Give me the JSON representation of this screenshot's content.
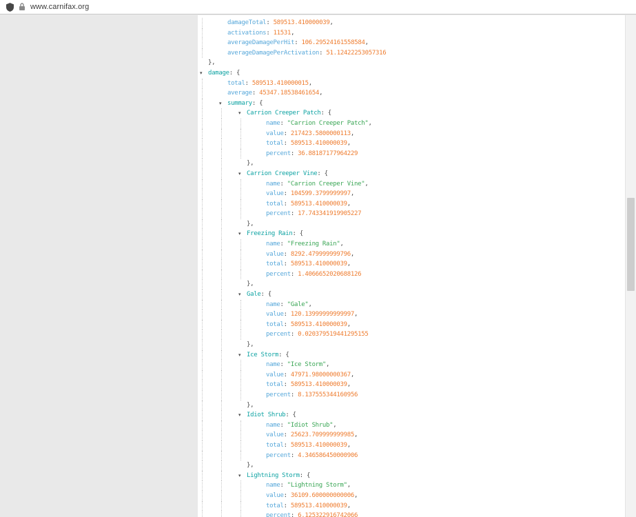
{
  "browser": {
    "url": "www.carnifax.org",
    "icons": {
      "security": "shield-icon",
      "tls": "lock-icon",
      "collapse_toggle": "triangle-down-icon"
    }
  },
  "colors": {
    "leaf_key": "#58a8da",
    "object_key": "#0fa3a3",
    "number": "#ee7c2f",
    "string": "#3aa655",
    "punctuation": "#4a4a4a",
    "guide": "#c6c6c6",
    "page_background": "#e9e9e9",
    "panel_background": "#ffffff"
  },
  "json_view": {
    "triangle_glyph": "▾",
    "lines": [
      {
        "l": 1,
        "x": 0,
        "t": [
          [
            "key",
            "damageTotal"
          ],
          [
            "p",
            ": "
          ],
          [
            "n",
            "589513.410000039"
          ],
          [
            "p",
            ","
          ]
        ]
      },
      {
        "l": 1,
        "x": 0,
        "t": [
          [
            "key",
            "activations"
          ],
          [
            "p",
            ": "
          ],
          [
            "n",
            "11531"
          ],
          [
            "p",
            ","
          ]
        ]
      },
      {
        "l": 1,
        "x": 0,
        "t": [
          [
            "key",
            "averageDamagePerHit"
          ],
          [
            "p",
            ": "
          ],
          [
            "n",
            "106.29524161558584"
          ],
          [
            "p",
            ","
          ]
        ]
      },
      {
        "l": 1,
        "x": 0,
        "t": [
          [
            "key",
            "averageDamagePerActivation"
          ],
          [
            "p",
            ": "
          ],
          [
            "n",
            "51.12422253057316"
          ]
        ]
      },
      {
        "l": 0,
        "x": 0,
        "t": [
          [
            "p",
            "},"
          ]
        ]
      },
      {
        "l": 0,
        "x": 1,
        "t": [
          [
            "okey",
            "damage"
          ],
          [
            "p",
            ": {"
          ]
        ]
      },
      {
        "l": 1,
        "x": 0,
        "t": [
          [
            "key",
            "total"
          ],
          [
            "p",
            ": "
          ],
          [
            "n",
            "589513.410000015"
          ],
          [
            "p",
            ","
          ]
        ]
      },
      {
        "l": 1,
        "x": 0,
        "t": [
          [
            "key",
            "average"
          ],
          [
            "p",
            ": "
          ],
          [
            "n",
            "45347.18538461654"
          ],
          [
            "p",
            ","
          ]
        ]
      },
      {
        "l": 1,
        "x": 1,
        "t": [
          [
            "okey",
            "summary"
          ],
          [
            "p",
            ": {"
          ]
        ]
      },
      {
        "l": 2,
        "x": 1,
        "t": [
          [
            "okey",
            "Carrion Creeper Patch"
          ],
          [
            "p",
            ": {"
          ]
        ]
      },
      {
        "l": 3,
        "x": 0,
        "t": [
          [
            "key",
            "name"
          ],
          [
            "p",
            ": "
          ],
          [
            "s",
            "\"Carrion Creeper Patch\""
          ],
          [
            "p",
            ","
          ]
        ]
      },
      {
        "l": 3,
        "x": 0,
        "t": [
          [
            "key",
            "value"
          ],
          [
            "p",
            ": "
          ],
          [
            "n",
            "217423.5800000113"
          ],
          [
            "p",
            ","
          ]
        ]
      },
      {
        "l": 3,
        "x": 0,
        "t": [
          [
            "key",
            "total"
          ],
          [
            "p",
            ": "
          ],
          [
            "n",
            "589513.410000039"
          ],
          [
            "p",
            ","
          ]
        ]
      },
      {
        "l": 3,
        "x": 0,
        "t": [
          [
            "key",
            "percent"
          ],
          [
            "p",
            ": "
          ],
          [
            "n",
            "36.88187177964229"
          ]
        ]
      },
      {
        "l": 2,
        "x": 0,
        "t": [
          [
            "p",
            "},"
          ]
        ]
      },
      {
        "l": 2,
        "x": 1,
        "t": [
          [
            "okey",
            "Carrion Creeper Vine"
          ],
          [
            "p",
            ": {"
          ]
        ]
      },
      {
        "l": 3,
        "x": 0,
        "t": [
          [
            "key",
            "name"
          ],
          [
            "p",
            ": "
          ],
          [
            "s",
            "\"Carrion Creeper Vine\""
          ],
          [
            "p",
            ","
          ]
        ]
      },
      {
        "l": 3,
        "x": 0,
        "t": [
          [
            "key",
            "value"
          ],
          [
            "p",
            ": "
          ],
          [
            "n",
            "104599.3799999997"
          ],
          [
            "p",
            ","
          ]
        ]
      },
      {
        "l": 3,
        "x": 0,
        "t": [
          [
            "key",
            "total"
          ],
          [
            "p",
            ": "
          ],
          [
            "n",
            "589513.410000039"
          ],
          [
            "p",
            ","
          ]
        ]
      },
      {
        "l": 3,
        "x": 0,
        "t": [
          [
            "key",
            "percent"
          ],
          [
            "p",
            ": "
          ],
          [
            "n",
            "17.743341919905227"
          ]
        ]
      },
      {
        "l": 2,
        "x": 0,
        "t": [
          [
            "p",
            "},"
          ]
        ]
      },
      {
        "l": 2,
        "x": 1,
        "t": [
          [
            "okey",
            "Freezing Rain"
          ],
          [
            "p",
            ": {"
          ]
        ]
      },
      {
        "l": 3,
        "x": 0,
        "t": [
          [
            "key",
            "name"
          ],
          [
            "p",
            ": "
          ],
          [
            "s",
            "\"Freezing Rain\""
          ],
          [
            "p",
            ","
          ]
        ]
      },
      {
        "l": 3,
        "x": 0,
        "t": [
          [
            "key",
            "value"
          ],
          [
            "p",
            ": "
          ],
          [
            "n",
            "8292.479999999796"
          ],
          [
            "p",
            ","
          ]
        ]
      },
      {
        "l": 3,
        "x": 0,
        "t": [
          [
            "key",
            "total"
          ],
          [
            "p",
            ": "
          ],
          [
            "n",
            "589513.410000039"
          ],
          [
            "p",
            ","
          ]
        ]
      },
      {
        "l": 3,
        "x": 0,
        "t": [
          [
            "key",
            "percent"
          ],
          [
            "p",
            ": "
          ],
          [
            "n",
            "1.4066652020688126"
          ]
        ]
      },
      {
        "l": 2,
        "x": 0,
        "t": [
          [
            "p",
            "},"
          ]
        ]
      },
      {
        "l": 2,
        "x": 1,
        "t": [
          [
            "okey",
            "Gale"
          ],
          [
            "p",
            ": {"
          ]
        ]
      },
      {
        "l": 3,
        "x": 0,
        "t": [
          [
            "key",
            "name"
          ],
          [
            "p",
            ": "
          ],
          [
            "s",
            "\"Gale\""
          ],
          [
            "p",
            ","
          ]
        ]
      },
      {
        "l": 3,
        "x": 0,
        "t": [
          [
            "key",
            "value"
          ],
          [
            "p",
            ": "
          ],
          [
            "n",
            "120.13999999999997"
          ],
          [
            "p",
            ","
          ]
        ]
      },
      {
        "l": 3,
        "x": 0,
        "t": [
          [
            "key",
            "total"
          ],
          [
            "p",
            ": "
          ],
          [
            "n",
            "589513.410000039"
          ],
          [
            "p",
            ","
          ]
        ]
      },
      {
        "l": 3,
        "x": 0,
        "t": [
          [
            "key",
            "percent"
          ],
          [
            "p",
            ": "
          ],
          [
            "n",
            "0.020379519441295155"
          ]
        ]
      },
      {
        "l": 2,
        "x": 0,
        "t": [
          [
            "p",
            "},"
          ]
        ]
      },
      {
        "l": 2,
        "x": 1,
        "t": [
          [
            "okey",
            "Ice Storm"
          ],
          [
            "p",
            ": {"
          ]
        ]
      },
      {
        "l": 3,
        "x": 0,
        "t": [
          [
            "key",
            "name"
          ],
          [
            "p",
            ": "
          ],
          [
            "s",
            "\"Ice Storm\""
          ],
          [
            "p",
            ","
          ]
        ]
      },
      {
        "l": 3,
        "x": 0,
        "t": [
          [
            "key",
            "value"
          ],
          [
            "p",
            ": "
          ],
          [
            "n",
            "47971.98000000367"
          ],
          [
            "p",
            ","
          ]
        ]
      },
      {
        "l": 3,
        "x": 0,
        "t": [
          [
            "key",
            "total"
          ],
          [
            "p",
            ": "
          ],
          [
            "n",
            "589513.410000039"
          ],
          [
            "p",
            ","
          ]
        ]
      },
      {
        "l": 3,
        "x": 0,
        "t": [
          [
            "key",
            "percent"
          ],
          [
            "p",
            ": "
          ],
          [
            "n",
            "8.137555344160956"
          ]
        ]
      },
      {
        "l": 2,
        "x": 0,
        "t": [
          [
            "p",
            "},"
          ]
        ]
      },
      {
        "l": 2,
        "x": 1,
        "t": [
          [
            "okey",
            "Idiot Shrub"
          ],
          [
            "p",
            ": {"
          ]
        ]
      },
      {
        "l": 3,
        "x": 0,
        "t": [
          [
            "key",
            "name"
          ],
          [
            "p",
            ": "
          ],
          [
            "s",
            "\"Idiot Shrub\""
          ],
          [
            "p",
            ","
          ]
        ]
      },
      {
        "l": 3,
        "x": 0,
        "t": [
          [
            "key",
            "value"
          ],
          [
            "p",
            ": "
          ],
          [
            "n",
            "25623.709999999985"
          ],
          [
            "p",
            ","
          ]
        ]
      },
      {
        "l": 3,
        "x": 0,
        "t": [
          [
            "key",
            "total"
          ],
          [
            "p",
            ": "
          ],
          [
            "n",
            "589513.410000039"
          ],
          [
            "p",
            ","
          ]
        ]
      },
      {
        "l": 3,
        "x": 0,
        "t": [
          [
            "key",
            "percent"
          ],
          [
            "p",
            ": "
          ],
          [
            "n",
            "4.346586450000906"
          ]
        ]
      },
      {
        "l": 2,
        "x": 0,
        "t": [
          [
            "p",
            "},"
          ]
        ]
      },
      {
        "l": 2,
        "x": 1,
        "t": [
          [
            "okey",
            "Lightning Storm"
          ],
          [
            "p",
            ": {"
          ]
        ]
      },
      {
        "l": 3,
        "x": 0,
        "t": [
          [
            "key",
            "name"
          ],
          [
            "p",
            ": "
          ],
          [
            "s",
            "\"Lightning Storm\""
          ],
          [
            "p",
            ","
          ]
        ]
      },
      {
        "l": 3,
        "x": 0,
        "t": [
          [
            "key",
            "value"
          ],
          [
            "p",
            ": "
          ],
          [
            "n",
            "36109.600000000006"
          ],
          [
            "p",
            ","
          ]
        ]
      },
      {
        "l": 3,
        "x": 0,
        "t": [
          [
            "key",
            "total"
          ],
          [
            "p",
            ": "
          ],
          [
            "n",
            "589513.410000039"
          ],
          [
            "p",
            ","
          ]
        ]
      },
      {
        "l": 3,
        "x": 0,
        "t": [
          [
            "key",
            "percent"
          ],
          [
            "p",
            ": "
          ],
          [
            "n",
            "6.125322916742066"
          ]
        ]
      }
    ]
  }
}
